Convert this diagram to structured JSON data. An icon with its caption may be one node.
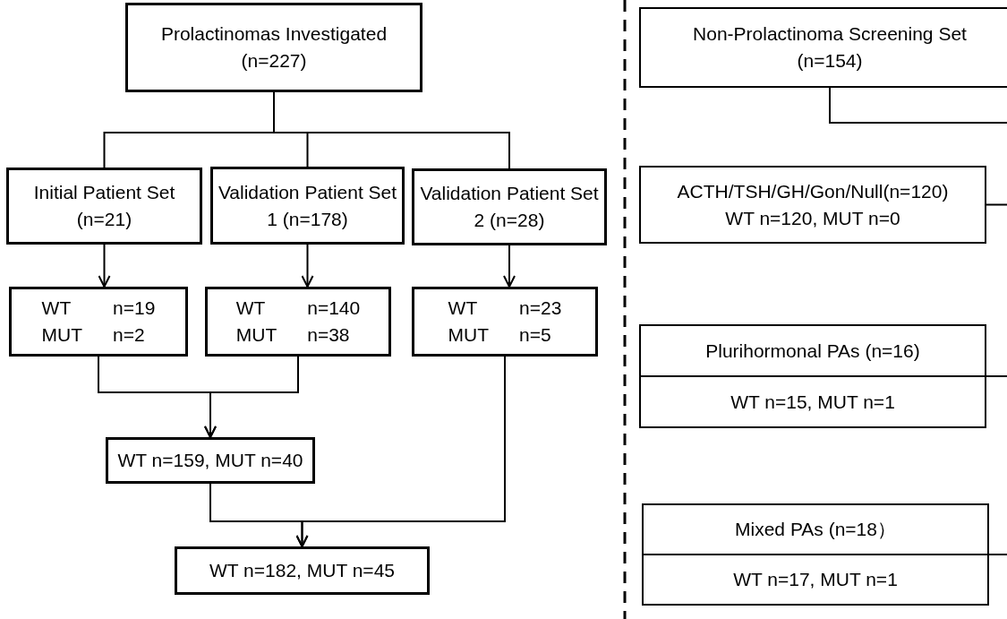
{
  "diagram": {
    "nodes": [
      {
        "text": [
          "Prolactinomas Investigated (n=227)"
        ]
      },
      {
        "text": [
          "Initial Patient Set (n=21)"
        ]
      },
      {
        "text": [
          "Validation Patient Set 1 (n=178)"
        ]
      },
      {
        "text": [
          "Validation Patient Set 2 (n=28)"
        ]
      },
      {
        "text": [
          "WT",
          "n=19",
          "MUT",
          "n=2"
        ]
      },
      {
        "text": [
          "WT",
          "n=140",
          "MUT",
          "n=38"
        ]
      },
      {
        "text": [
          "WT",
          "n=23",
          "MUT",
          "n=5"
        ]
      },
      {
        "text": [
          "WT n=159, MUT n=40"
        ]
      },
      {
        "text": [
          "WT n=182, MUT n=45"
        ]
      },
      {
        "text": [
          "Non-Prolactinoma Screening Set (n=154)"
        ]
      },
      {
        "text": [
          "ACTH/TSH/GH/Gon/Null(n=120)",
          "WT n=120, MUT n=0"
        ]
      },
      {
        "text": [
          "Plurihormonal PAs (n=16)",
          "WT n=15, MUT n=1"
        ]
      },
      {
        "text": [
          "Mixed PAs (n=18）",
          "WT n=17, MUT n=1"
        ]
      }
    ],
    "edges": [
      {
        "from": 0,
        "to": 1,
        "arrow": "none"
      },
      {
        "from": 0,
        "to": 2,
        "arrow": "none"
      },
      {
        "from": 0,
        "to": 3,
        "arrow": "none"
      },
      {
        "from": 1,
        "to": 4,
        "arrow": "to"
      },
      {
        "from": 2,
        "to": 5,
        "arrow": "to"
      },
      {
        "from": 3,
        "to": 6,
        "arrow": "to"
      },
      {
        "from": 4,
        "to": 7,
        "arrow": "to"
      },
      {
        "from": 5,
        "to": 7,
        "arrow": "to"
      },
      {
        "from": 7,
        "to": 8,
        "arrow": "to"
      },
      {
        "from": 6,
        "to": 8,
        "arrow": "to"
      },
      {
        "from": 9,
        "to": null,
        "arrow": "none"
      },
      {
        "from": 10,
        "to": null,
        "arrow": "none"
      },
      {
        "from": 11,
        "to": null,
        "arrow": "none"
      },
      {
        "from": 12,
        "to": null,
        "arrow": "none"
      }
    ]
  }
}
